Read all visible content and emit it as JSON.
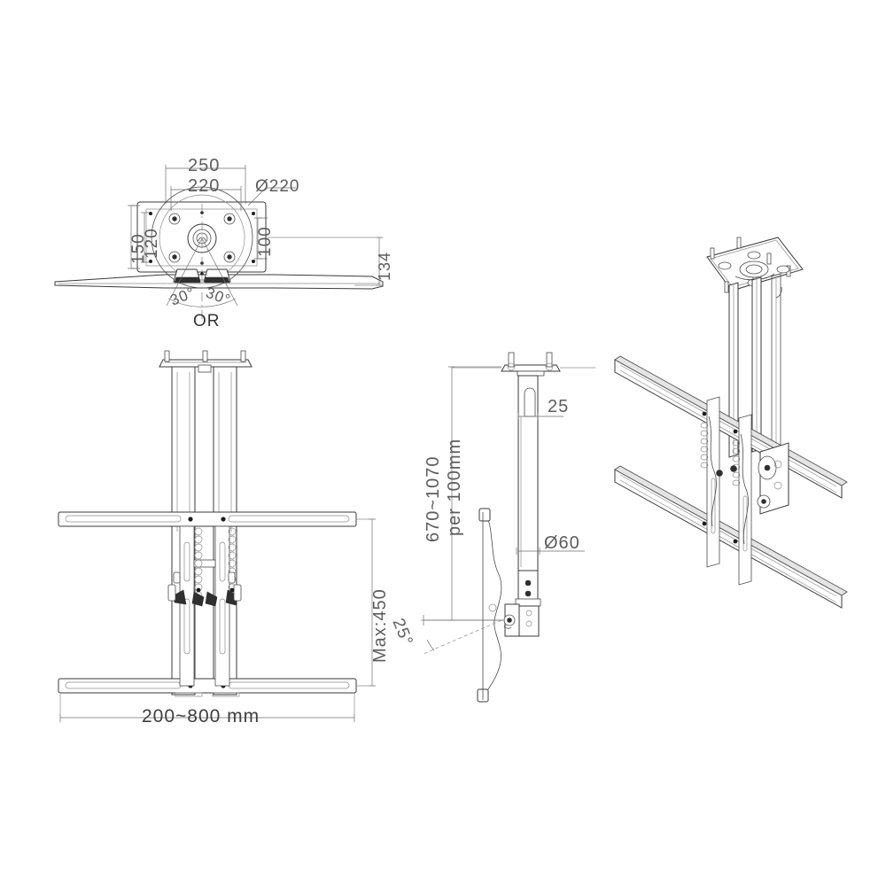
{
  "drawing": {
    "title": "Ceiling TV Mount – Dimensioned Technical Drawing",
    "units_note": "mm",
    "line_color": "#3a3a3a",
    "dim_color": "#5d5d5d",
    "background": "#ffffff"
  },
  "views": {
    "top": {
      "name": "top-plan-view",
      "labels": {
        "width_outer": "250",
        "width_inner": "220",
        "circle_dia": "Ø220",
        "height_outer": "150",
        "height_inner": "120",
        "height_right": "100",
        "depth": "134",
        "swivel_left": "30°",
        "swivel_right": "30°",
        "alternative": "OR"
      }
    },
    "front": {
      "name": "front-elevation-view",
      "labels": {
        "max_drop": "Max:450",
        "bar_span": "200~800  mm"
      }
    },
    "side": {
      "name": "side-elevation-view",
      "labels": {
        "pole_width": "25",
        "height_range": "670~1070",
        "height_step": "per  100mm",
        "pole_dia": "Ø60",
        "tilt_angle": "25°"
      }
    },
    "iso": {
      "name": "isometric-assembly-view",
      "labels": {}
    }
  }
}
